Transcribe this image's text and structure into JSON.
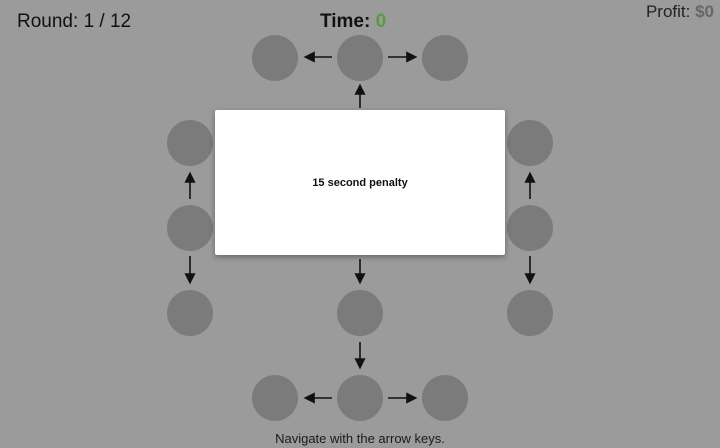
{
  "hud": {
    "round_label": "Round:",
    "round_value": "1 / 12",
    "time_label": "Time:",
    "time_value": "0",
    "profit_label": "Profit:",
    "profit_value": "$0"
  },
  "modal": {
    "message": "15 second penalty"
  },
  "footer": {
    "hint": "Navigate with the arrow keys."
  },
  "colors": {
    "background": "#9b9b9b",
    "node": "#7b7b7b",
    "time_value": "#5b9a45",
    "modal": "#ffffff"
  },
  "icons": [
    "arrow-left-icon",
    "arrow-right-icon",
    "arrow-up-icon",
    "arrow-down-icon"
  ]
}
